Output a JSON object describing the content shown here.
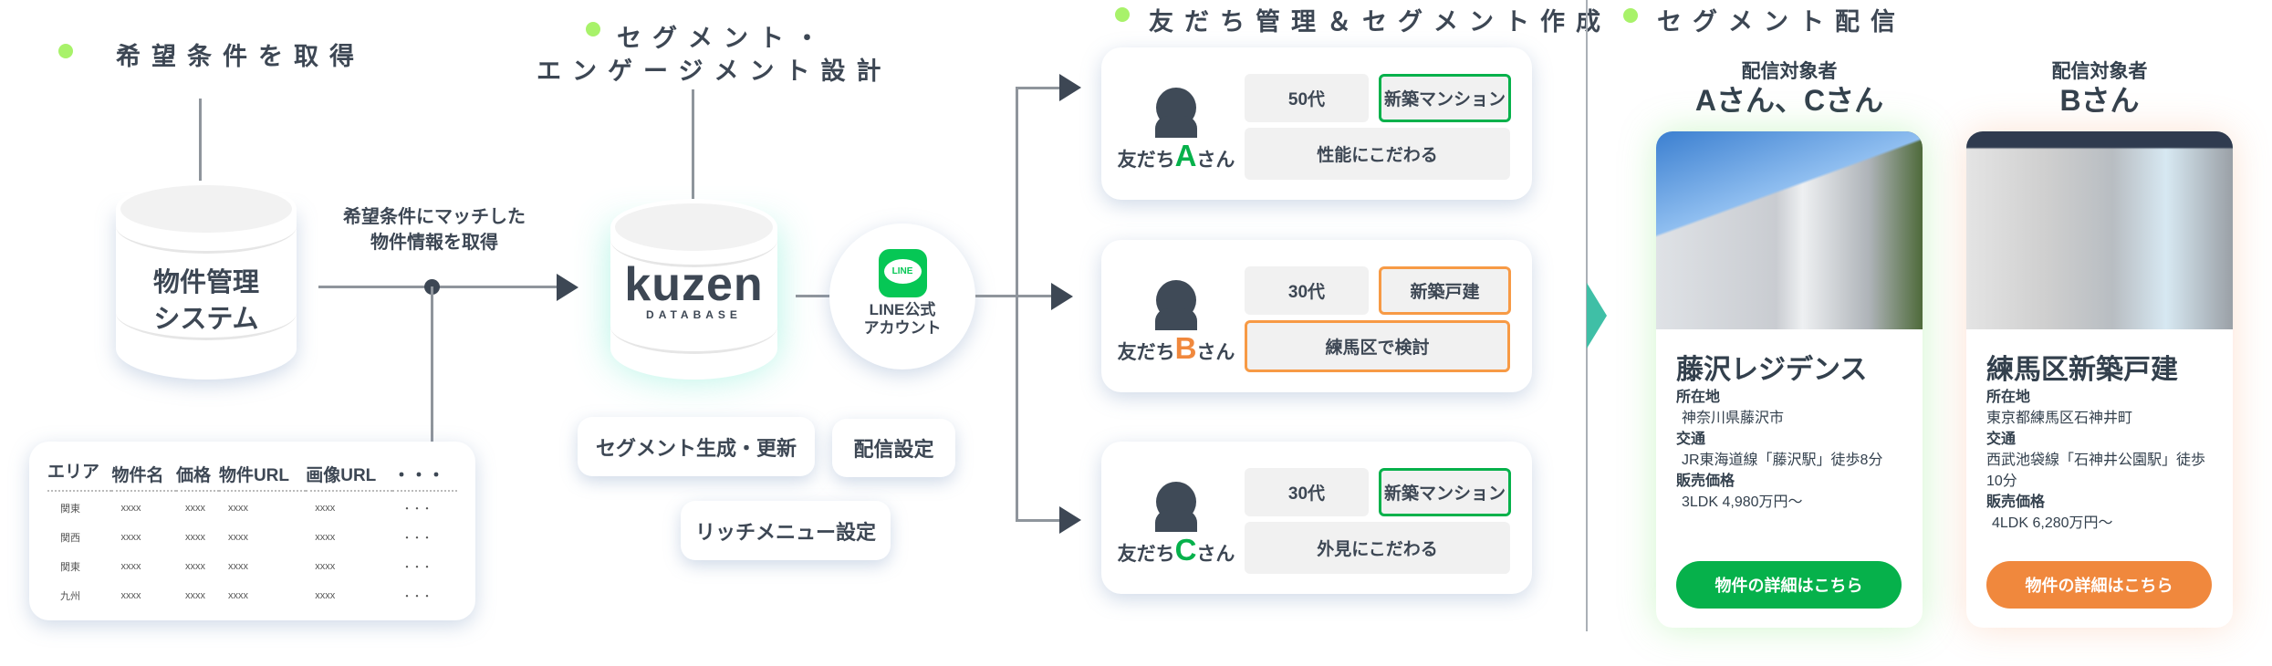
{
  "colors": {
    "accent_dot": "#a8f26a",
    "green": "#06b14b",
    "orange": "#f0883d",
    "teal": "#3fbfa6",
    "text": "#3d4754"
  },
  "step1": {
    "title": "希望条件を取得",
    "cylinder_label": [
      "物件管理",
      "システム"
    ],
    "connector_label": [
      "希望条件にマッチした",
      "物件情報を取得"
    ]
  },
  "table": {
    "headers": [
      "エリア",
      "物件名",
      "価格",
      "物件URL",
      "画像URL",
      "・・・"
    ],
    "rows": [
      [
        "関東",
        "xxxx",
        "xxxx",
        "xxxx",
        "xxxx",
        "・・・"
      ],
      [
        "関西",
        "xxxx",
        "xxxx",
        "xxxx",
        "xxxx",
        "・・・"
      ],
      [
        "関東",
        "xxxx",
        "xxxx",
        "xxxx",
        "xxxx",
        "・・・"
      ],
      [
        "九州",
        "xxxx",
        "xxxx",
        "xxxx",
        "xxxx",
        "・・・"
      ]
    ]
  },
  "step2": {
    "title_line1": "セグメント・",
    "title_line2": "エンゲージメント設計",
    "logo": "kuzen",
    "logo_sub": "DATABASE",
    "line_icon": "LINE",
    "line_label": [
      "LINE公式",
      "アカウント"
    ],
    "features": [
      "セグメント生成・更新",
      "配信設定",
      "リッチメニュー設定"
    ]
  },
  "step3": {
    "title": "友だち管理＆セグメント作成",
    "friends": [
      {
        "prefix": "友だち",
        "letter": "A",
        "suffix": "さん",
        "age": "50代",
        "type": "新築マンション",
        "pref": "性能にこだわる",
        "icon": "user-icon"
      },
      {
        "prefix": "友だち",
        "letter": "B",
        "suffix": "さん",
        "age": "30代",
        "type": "新築戸建",
        "pref": "練馬区で検討",
        "icon": "user-icon"
      },
      {
        "prefix": "友だち",
        "letter": "C",
        "suffix": "さん",
        "age": "30代",
        "type": "新築マンション",
        "pref": "外見にこだわる",
        "icon": "user-icon"
      }
    ]
  },
  "step4": {
    "title": "セグメント配信",
    "deliveries": [
      {
        "target_label": "配信対象者",
        "target": "Aさん、Cさん",
        "name": "藤沢レジデンス",
        "loc_label": "所在地",
        "loc": "神奈川県藤沢市",
        "access_label": "交通",
        "access": "JR東海道線「藤沢駅」徒歩8分",
        "price_label": "販売価格",
        "price": "3LDK 4,980万円〜",
        "button": "物件の詳細はこちら"
      },
      {
        "target_label": "配信対象者",
        "target": "Bさん",
        "name": "練馬区新築戸建",
        "loc_label": "所在地",
        "loc": "東京都練馬区石神井町",
        "access_label": "交通",
        "access": "西武池袋線「石神井公園駅」徒歩10分",
        "price_label": "販売価格",
        "price": "4LDK 6,280万円〜",
        "button": "物件の詳細はこちら"
      }
    ]
  }
}
